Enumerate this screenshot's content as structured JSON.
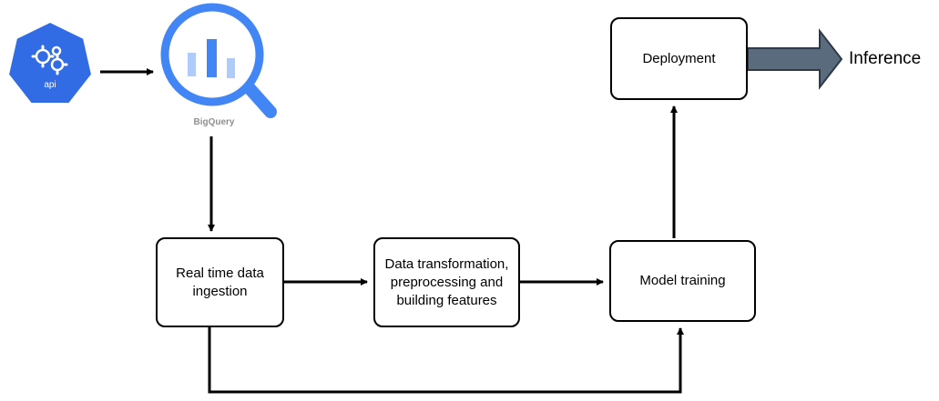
{
  "nodes": {
    "ingestion": "Real time data ingestion",
    "transform": "Data transformation, preprocessing and building features",
    "training": "Model training",
    "deployment": "Deployment"
  },
  "labels": {
    "api": "api",
    "bigquery": "BigQuery",
    "inference": "Inference"
  },
  "icons": {
    "api": "kubernetes-api-icon",
    "bigquery": "bigquery-icon"
  },
  "colors": {
    "api_blue": "#326CE5",
    "bigquery_blue": "#4285F4",
    "bigquery_light": "#AECBFA",
    "inference_arrow": "#5A6B7E"
  }
}
